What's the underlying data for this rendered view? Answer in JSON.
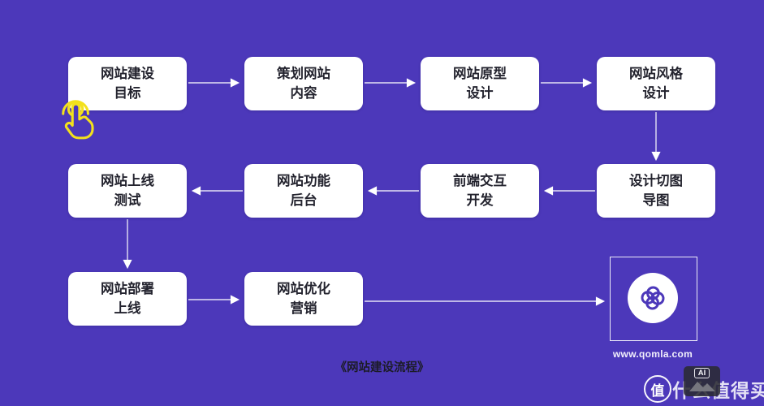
{
  "diagram": {
    "caption": "《网站建设流程》",
    "nodes": [
      {
        "id": "goal",
        "label": "网站建设\n目标"
      },
      {
        "id": "plan",
        "label": "策划网站\n内容"
      },
      {
        "id": "prototype",
        "label": "网站原型\n设计"
      },
      {
        "id": "style",
        "label": "网站风格\n设计"
      },
      {
        "id": "slicing",
        "label": "设计切图\n导图"
      },
      {
        "id": "frontend",
        "label": "前端交互\n开发"
      },
      {
        "id": "backend",
        "label": "网站功能\n后台"
      },
      {
        "id": "testing",
        "label": "网站上线\n测试"
      },
      {
        "id": "deploy",
        "label": "网站部署\n上线"
      },
      {
        "id": "marketing",
        "label": "网站优化\n营销"
      }
    ],
    "edges": [
      {
        "from": "goal",
        "to": "plan"
      },
      {
        "from": "plan",
        "to": "prototype"
      },
      {
        "from": "prototype",
        "to": "style"
      },
      {
        "from": "style",
        "to": "slicing"
      },
      {
        "from": "slicing",
        "to": "frontend"
      },
      {
        "from": "frontend",
        "to": "backend"
      },
      {
        "from": "backend",
        "to": "testing"
      },
      {
        "from": "testing",
        "to": "deploy"
      },
      {
        "from": "deploy",
        "to": "marketing"
      },
      {
        "from": "marketing",
        "to": "qomla-logo"
      }
    ]
  },
  "logo": {
    "url": "www.qomla.com",
    "icon": "qomla-knot-icon"
  },
  "cursor": {
    "icon": "tap-hand-cursor",
    "color": "#f3e11c"
  },
  "watermark": {
    "logo_char": "值",
    "site_name": "什么值得买",
    "ai_badge_label": "AI"
  },
  "colors": {
    "background": "#4c38ba",
    "node_bg": "#ffffff",
    "node_text": "#23232e",
    "arrow": "#ffffff",
    "caption_text": "#1c1c26"
  }
}
